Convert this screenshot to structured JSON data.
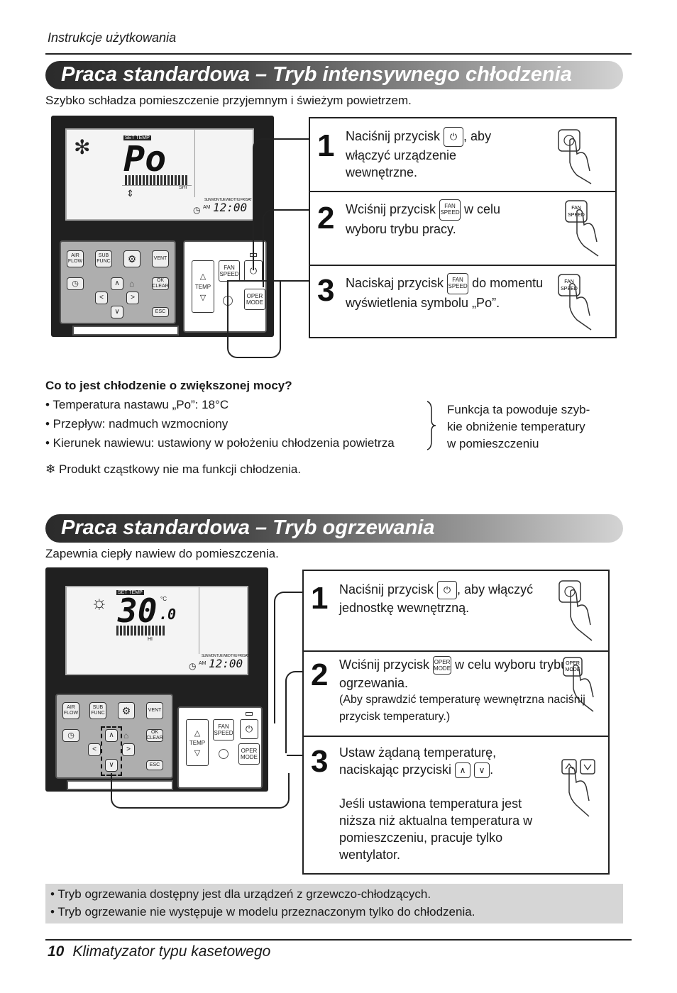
{
  "header": {
    "title": "Instrukcje użytkowania"
  },
  "section1": {
    "title": "Praca standardowa – Tryb intensywnego chłodzenia",
    "subtitle": "Szybko schładza pomieszczenie przyjemnym i świeżym powietrzem.",
    "display": {
      "set_temp": "SET TEMP",
      "main": "Po",
      "fan": "SHI",
      "time_ampm": "AM",
      "time": "12:00"
    },
    "steps": [
      {
        "num": "1",
        "before": "Naciśnij przycisk",
        "after": ", aby włączyć urządzenie wewnętrzne."
      },
      {
        "num": "2",
        "before": "Wciśnij przycisk",
        "key": "FAN SPEED",
        "after": "w celu wyboru trybu pracy."
      },
      {
        "num": "3",
        "before": "Naciskaj przycisk",
        "key": "FAN SPEED",
        "after": "do momentu wyświetlenia symbolu „Po”."
      }
    ]
  },
  "question": {
    "title": "Co to jest chłodzenie o zwiększonej mocy?",
    "bullets": [
      "• Temperatura nastawu „Po”: 18°C",
      "• Przepływ: nadmuch wzmocniony",
      "• Kierunek nawiewu: ustawiony w położeniu chłodzenia powietrza"
    ],
    "brace_text": [
      "Funkcja ta powoduje szyb-",
      "kie obniżenie temperatury",
      "w pomieszczeniu"
    ],
    "note": "Produkt cząstkowy nie ma funkcji chłodzenia."
  },
  "section2": {
    "title": "Praca standardowa – Tryb ogrzewania",
    "subtitle": "Zapewnia ciepły nawiew do pomieszczenia.",
    "display": {
      "set_temp": "SET TEMP",
      "main": "30",
      "decimal": ".0",
      "unit": "°C",
      "fan": "HI",
      "time_ampm": "AM",
      "time": "12:00"
    },
    "steps": [
      {
        "num": "1",
        "before": "Naciśnij przycisk",
        "after": ", aby włączyć jednostkę wewnętrzną."
      },
      {
        "num": "2",
        "before": "Wciśnij przycisk",
        "key": "OPER MODE",
        "after": "w celu wyboru trybu ogrzewania.",
        "note": "(Aby sprawdzić temperaturę wewnętrzna naciśnij przycisk temperatury.)"
      },
      {
        "num": "3",
        "before": "Ustaw żądaną temperaturę, naciskając przyciski",
        "after": ".",
        "extra": "Jeśli ustawiona temperatura jest niższa niż aktualna temperatura w pomieszczeniu, pracuje tylko wentylator."
      }
    ]
  },
  "remote_buttons": {
    "air_flow": "AIR FLOW",
    "sub_func": "SUB FUNC",
    "vent": "VENT",
    "ok_clear": "OK CLEAR",
    "esc": "ESC",
    "temp": "TEMP",
    "fan_speed": "FAN SPEED",
    "oper_mode": "OPER MODE"
  },
  "notes": [
    "• Tryb ogrzewania dostępny jest dla urządzeń z grzewczo-chłodzących.",
    "• Tryb ogrzewanie nie występuje w modelu przeznaczonym tylko do chłodzenia."
  ],
  "footer": {
    "page": "10",
    "title": "Klimatyzator typu kasetowego"
  }
}
